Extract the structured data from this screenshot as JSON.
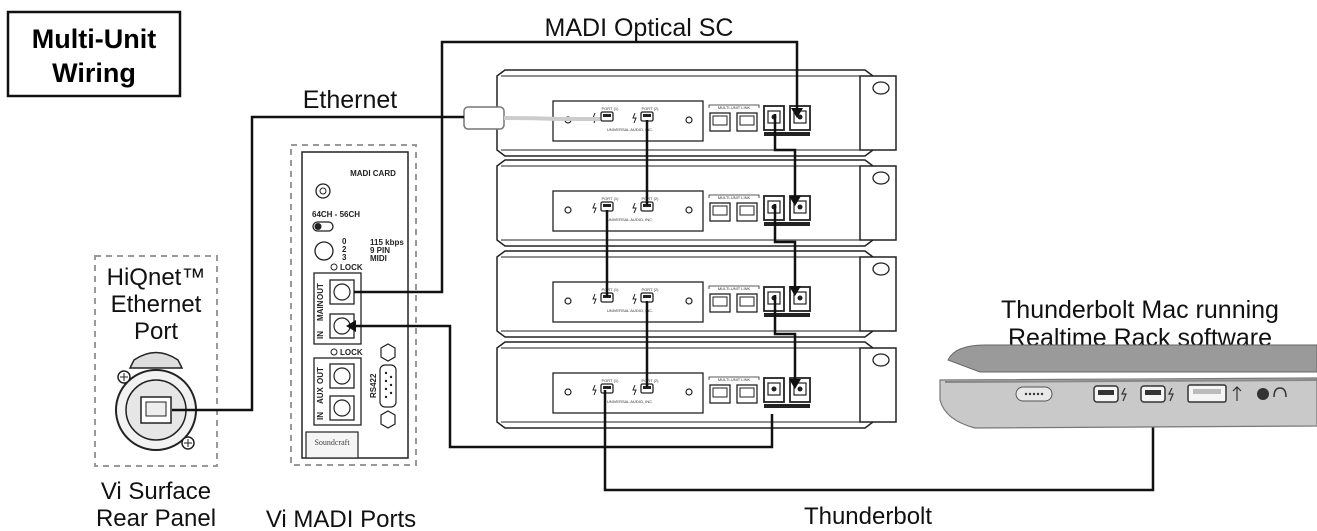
{
  "title": {
    "line1": "Multi-Unit",
    "line2": "Wiring"
  },
  "labels": {
    "madi_optical": "MADI Optical SC",
    "ethernet": "Ethernet",
    "thunderbolt": "Thunderbolt",
    "mac_line1": "Thunderbolt Mac running",
    "mac_line2": "Realtime Rack software",
    "hiqnet_line1": "HiQnet™",
    "hiqnet_line2": "Ethernet",
    "hiqnet_line3": "Port",
    "surface_line1": "Vi Surface",
    "surface_line2": "Rear Panel",
    "madi_ports": "Vi MADI Ports"
  },
  "madi_panel": {
    "card": "MADI CARD",
    "mode": "64CH - 56CH",
    "sel_0": "0",
    "sel_2": "2",
    "sel_3": "3",
    "rate": "115 kbps",
    "pin": "9 PIN",
    "midi": "MIDI",
    "lock1": "LOCK",
    "lock2": "LOCK",
    "out": "OUT",
    "in": "IN",
    "main": "MAIN",
    "aux": "AUX",
    "aux_out": "OUT",
    "aux_in": "IN",
    "rs422": "RS422",
    "brand": "Soundcraft"
  },
  "rack_unit": {
    "port1": "PORT (1)",
    "port2": "PORT (2)",
    "maker": "UNIVERSAL AUDIO, INC.",
    "link": "MULTI-UNIT LINK"
  }
}
